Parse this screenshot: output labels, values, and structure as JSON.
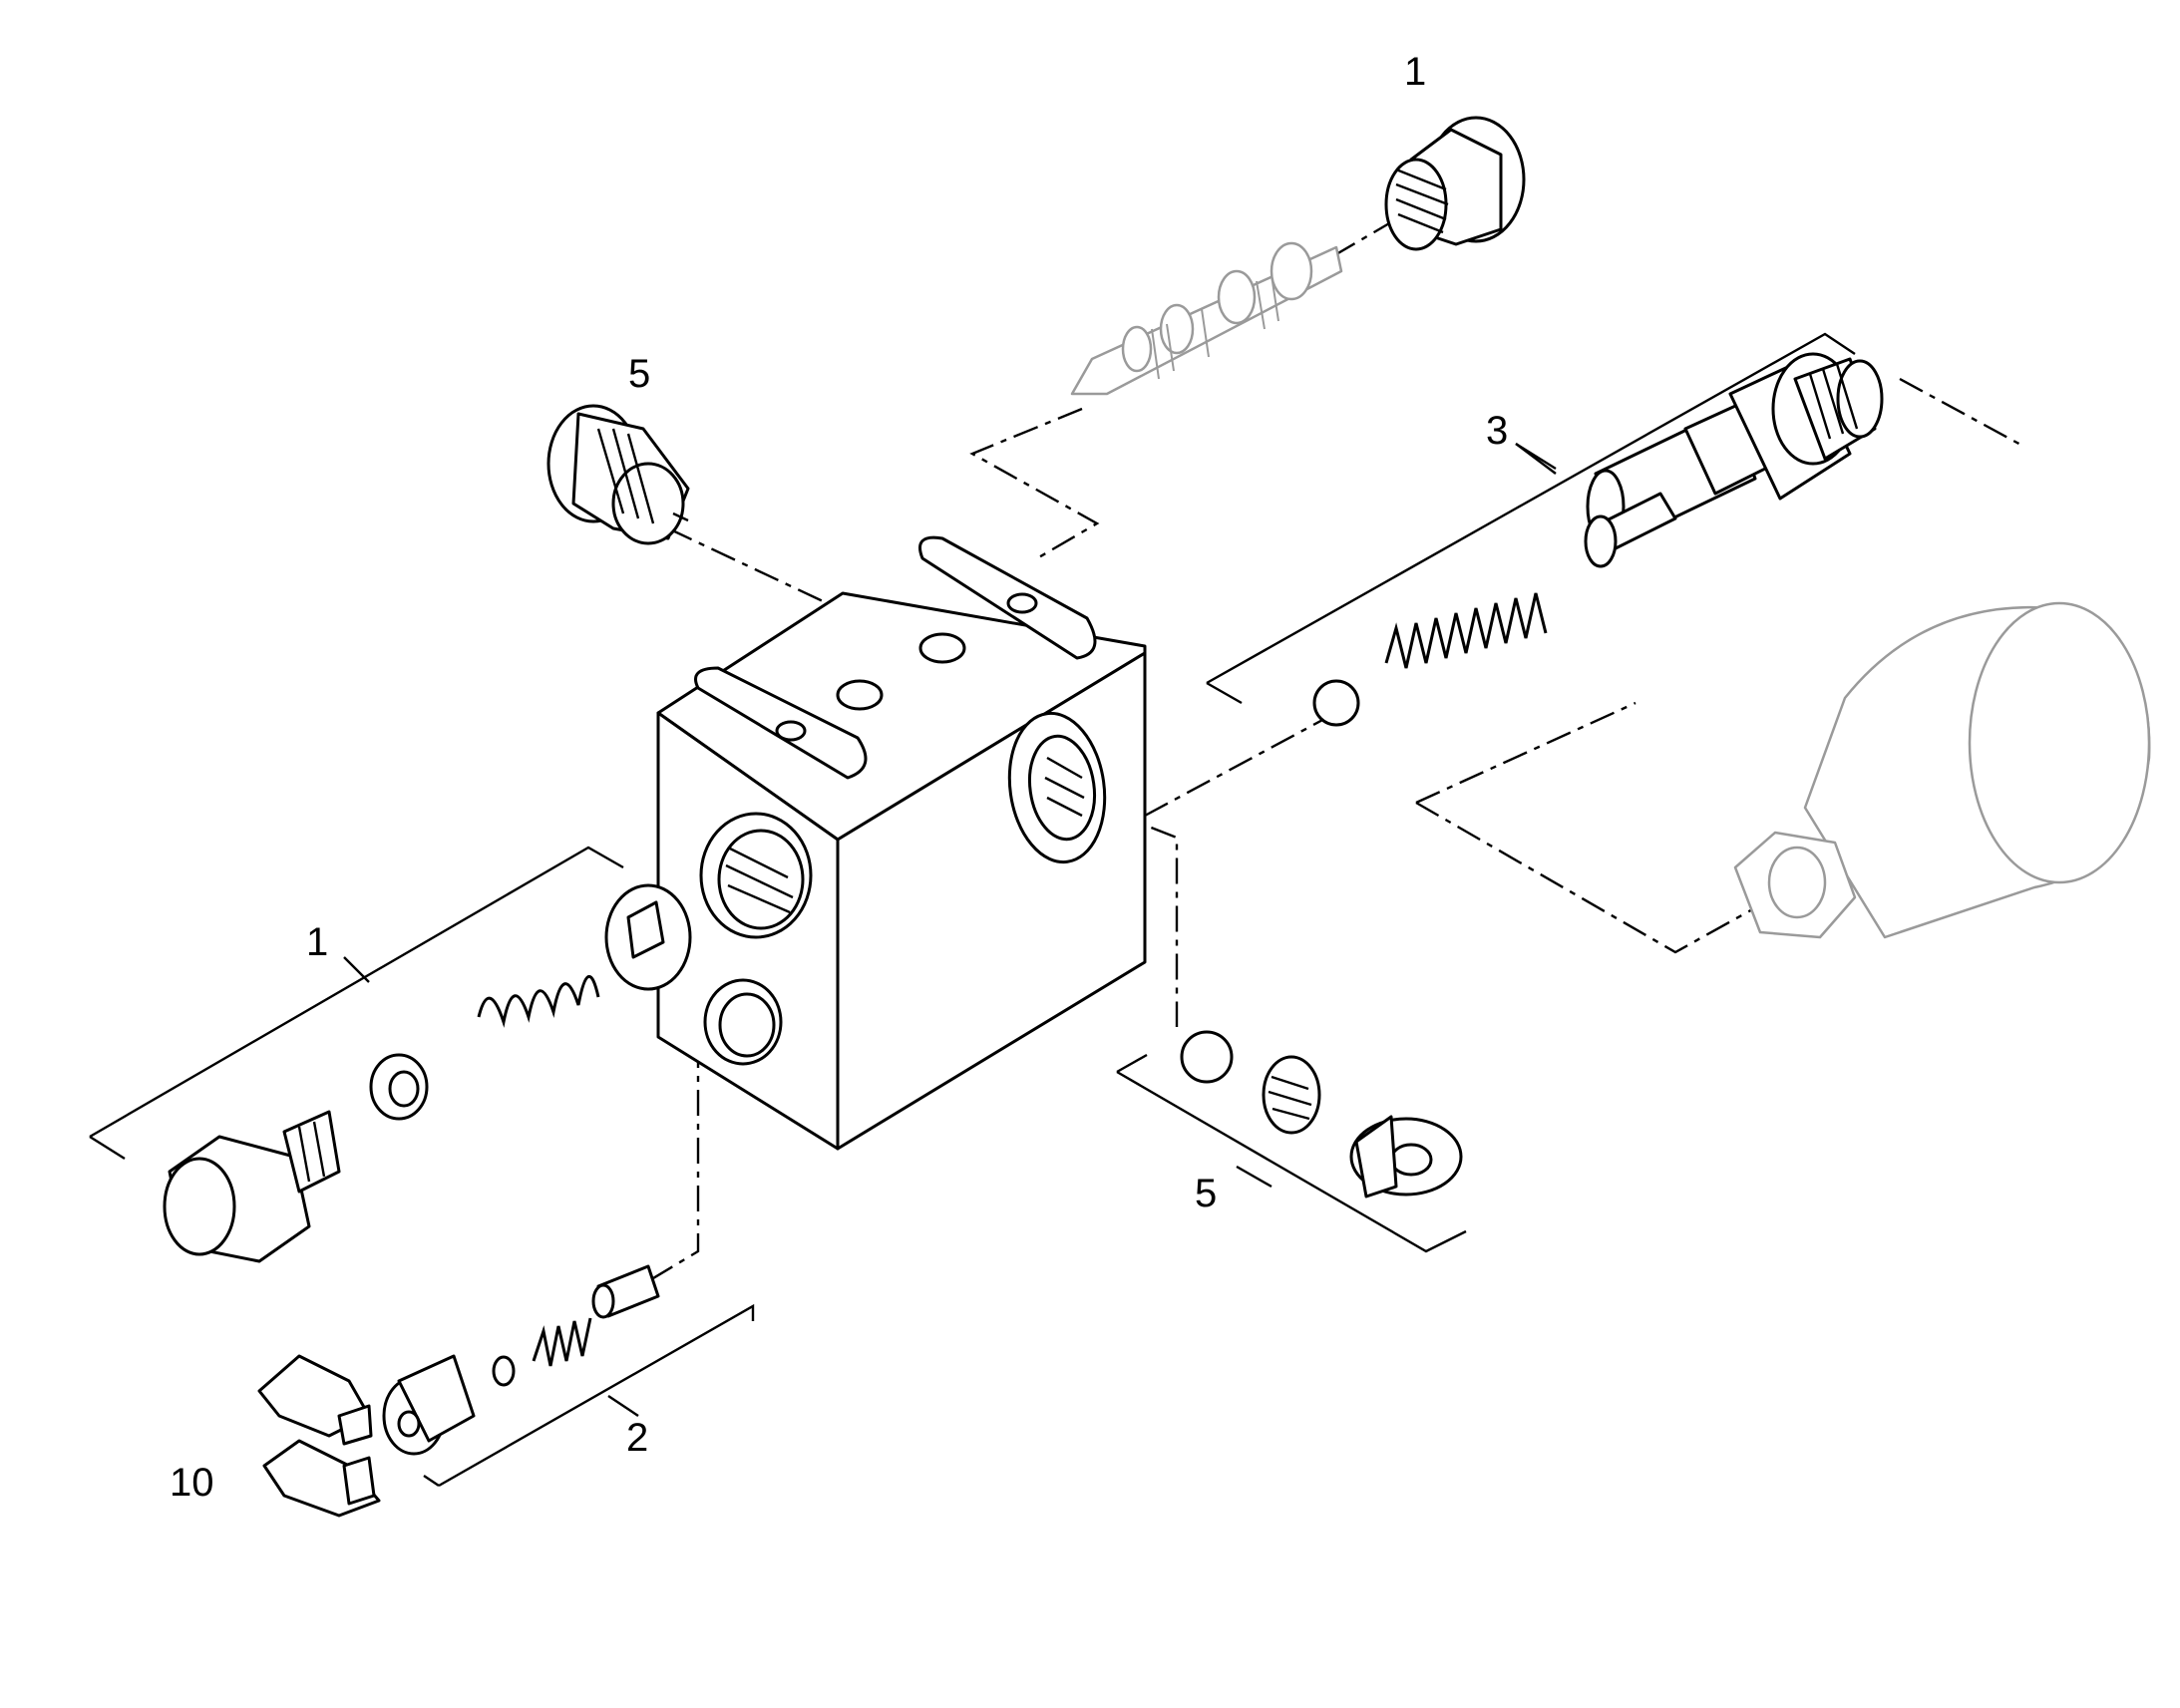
{
  "callouts": {
    "c1_top": "1",
    "c5_top": "5",
    "c3": "3",
    "c1_left": "1",
    "c5_right": "5",
    "c2": "2",
    "c10": "10"
  },
  "colors": {
    "line": "#000000",
    "ghost": "#9a9a9a",
    "background": "#ffffff"
  }
}
